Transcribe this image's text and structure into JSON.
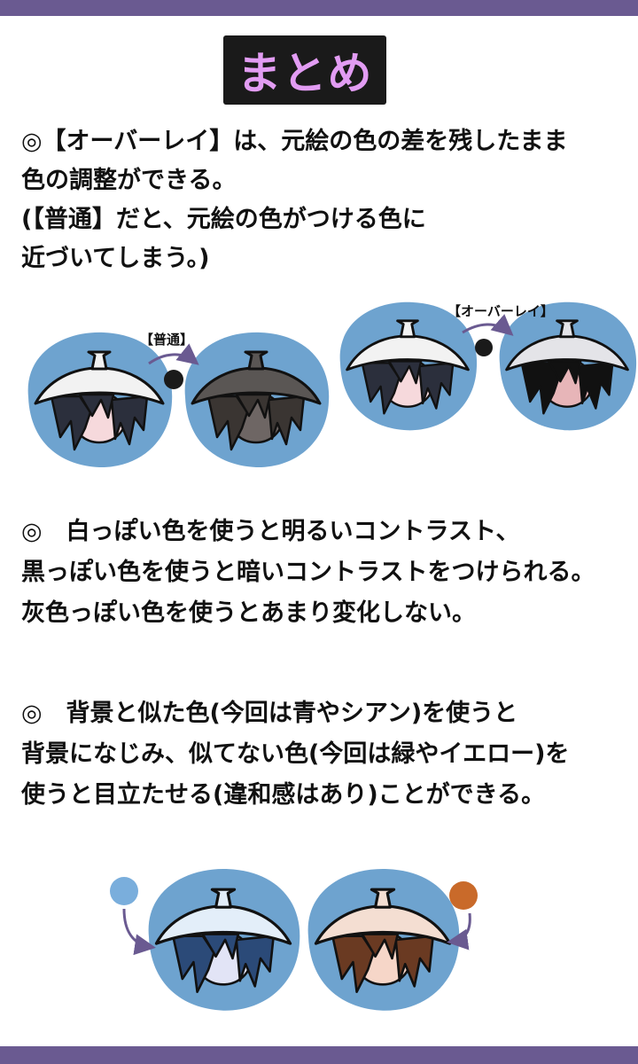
{
  "title": "まとめ",
  "section1": {
    "lines": [
      "◎【オーバーレイ】は、元絵の色の差を残したまま",
      "色の調整ができる。",
      "(【普通】だと、元絵の色がつける色に",
      "近づいてしまう。)"
    ]
  },
  "figure1": {
    "label_normal": "【普通】",
    "label_overlay": "【オーバーレイ】"
  },
  "section2": {
    "lines": [
      "◎　白っぽい色を使うと明るいコントラスト、",
      "黒っぽい色を使うと暗いコントラストをつけられる。",
      "灰色っぽい色を使うとあまり変化しない。"
    ]
  },
  "section3": {
    "lines": [
      "◎　背景と似た色(今回は青やシアン)を使うと",
      "背景になじみ、似てない色(今回は緑やイエロー)を",
      "使うと目立たせる(違和感はあり)ことができる。"
    ]
  },
  "colors": {
    "bar": "#6a5a91",
    "title_bg": "#1a1a1a",
    "title_text": "#e29cf3",
    "circle_bg": "#6ea3cf",
    "arrow": "#6a5a91",
    "swatch_blue": "#7aaedc",
    "swatch_orange": "#c96a2a",
    "swatch_black": "#1a1a1a"
  }
}
